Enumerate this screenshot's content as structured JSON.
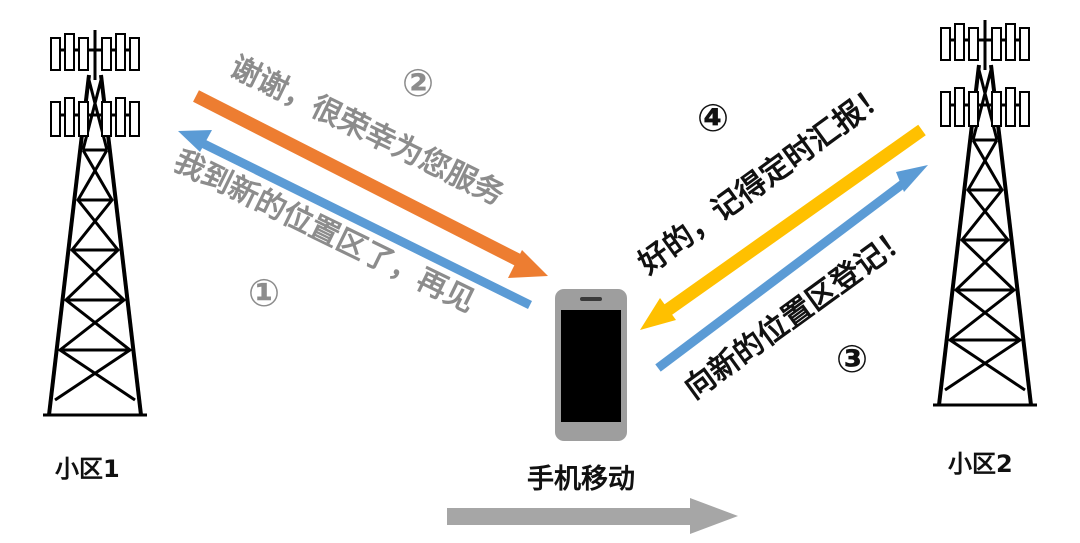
{
  "cells": {
    "cell1": "小区1",
    "cell2": "小区2"
  },
  "phone": {
    "label": "手机移动"
  },
  "messages": {
    "m1": {
      "step": "①",
      "text": "我到新的位置区了，再见"
    },
    "m2": {
      "step": "②",
      "text": "谢谢，很荣幸为您服务"
    },
    "m3": {
      "step": "③",
      "text": "向新的位置区登记！"
    },
    "m4": {
      "step": "④",
      "text": "好的，记得定时汇报！"
    }
  },
  "colors": {
    "blue": "#5b9bd5",
    "orange": "#ed7d31",
    "yellow": "#ffc000",
    "gray": "#a6a6a6",
    "tower": "#000000",
    "phone_body": "#9e9e9e",
    "phone_screen": "#000000"
  }
}
